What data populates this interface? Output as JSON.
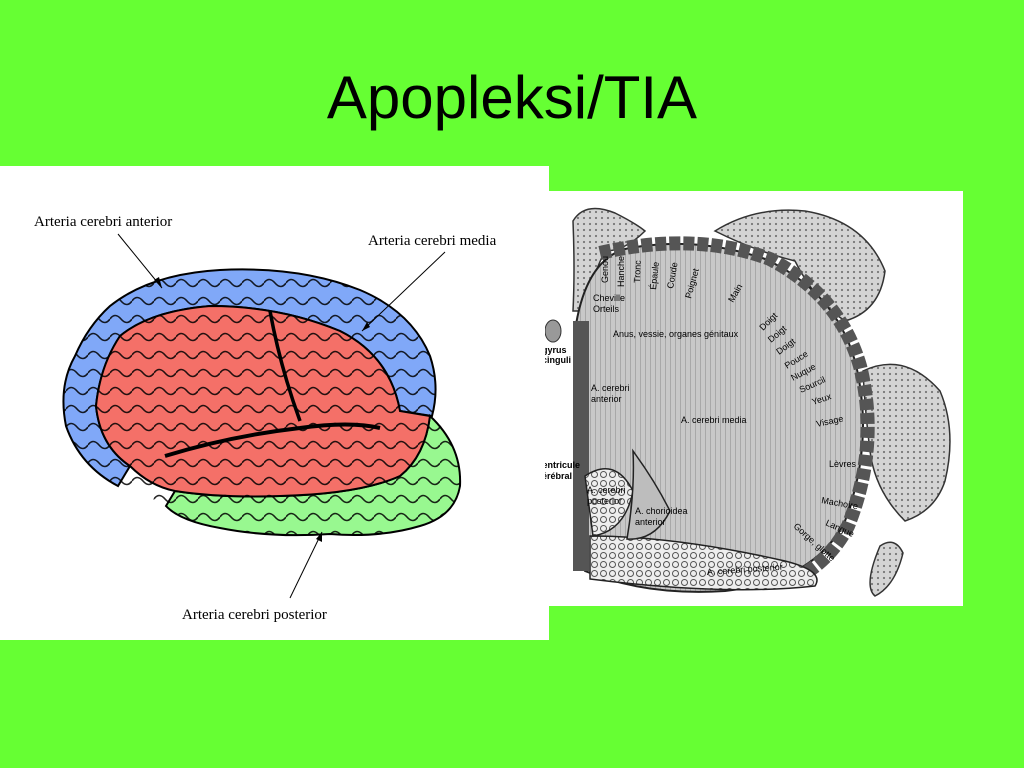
{
  "slide": {
    "title": "Apopleksi/TIA",
    "background": "#66ff33"
  },
  "brain_diagram": {
    "labels": {
      "anterior": "Arteria cerebri anterior",
      "media": "Arteria cerebri media",
      "posterior": "Arteria cerebri posterior"
    },
    "colors": {
      "anterior": "#80a8f8",
      "media": "#f47068",
      "posterior": "#98f890"
    }
  },
  "homunculus_diagram": {
    "body_parts": [
      "Genou",
      "Hanche",
      "Tronc",
      "Épaule",
      "Coude",
      "Poignet",
      "Main",
      "Doigt",
      "Doigt",
      "Doigt",
      "Pouce",
      "Nuque",
      "Sourcil",
      "Yeux",
      "Visage",
      "Lèvres",
      "Machoire",
      "Langue",
      "Gorge, glotte"
    ],
    "labels": {
      "cheville": "Cheville",
      "orteils": "Orteils",
      "anus": "Anus, vessie, organes génitaux",
      "gyrus_1": "gyrus",
      "gyrus_2": "cinguli",
      "acer_ant_1": "A. cerebri",
      "acer_ant_2": "anterior",
      "acer_media": "A. cerebri media",
      "ventricle_1": "Ventricule",
      "ventricle_2": "cérébral",
      "acer_post_1": "A. cerebri",
      "acer_post_2": "posterior",
      "choroid_1": "A. chorioidea",
      "choroid_2": "anterior",
      "acer_post_bottom": "A. cerebri posterior"
    }
  }
}
